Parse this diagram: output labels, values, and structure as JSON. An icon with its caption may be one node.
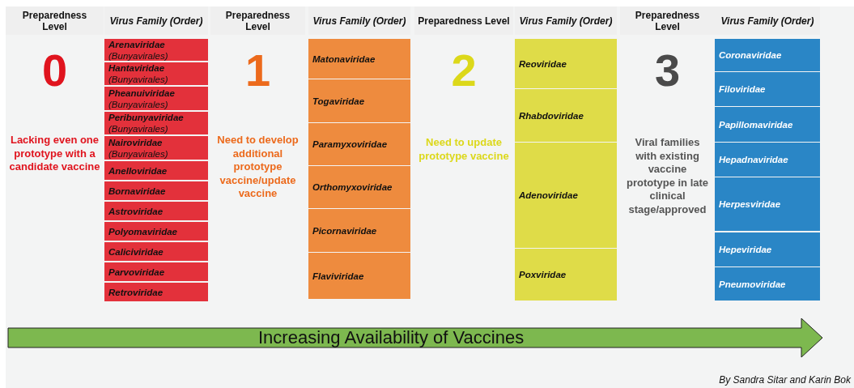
{
  "diagram": {
    "caption": "By Sandra Sitar and Karin Bok",
    "nodes": [
      {
        "text": [
          "Preparedness Level"
        ]
      },
      {
        "text": [
          "Virus Family (Order)"
        ]
      },
      {
        "text": [
          "Preparedness Level"
        ]
      },
      {
        "text": [
          "Virus Family (Order)"
        ]
      },
      {
        "text": [
          "Preparedness Level"
        ]
      },
      {
        "text": [
          "Virus Family (Order)"
        ]
      },
      {
        "text": [
          "Preparedness Level"
        ]
      },
      {
        "text": [
          "Virus Family (Order)"
        ]
      },
      {
        "text": [
          "Arenaviridae",
          "(Bunyavirales)"
        ]
      },
      {
        "text": [
          "Hantaviridae",
          "(Bunyavirales)"
        ]
      },
      {
        "text": [
          "Pheanuiviridae",
          "(Bunyavirales)"
        ]
      },
      {
        "text": [
          "Peribunyaviridae",
          "(Bunyavirales)"
        ]
      },
      {
        "text": [
          "Nairoviridae",
          "(Bunyavirales)"
        ]
      },
      {
        "text": [
          "Anelloviridae"
        ]
      },
      {
        "text": [
          "Bornaviridae"
        ]
      },
      {
        "text": [
          "Astroviridae"
        ]
      },
      {
        "text": [
          "Polyomaviridae"
        ]
      },
      {
        "text": [
          "Caliciviridae"
        ]
      },
      {
        "text": [
          "Parvoviridae"
        ]
      },
      {
        "text": [
          "Retroviridae"
        ]
      },
      {
        "text": [
          "Matonaviridae"
        ]
      },
      {
        "text": [
          "Togaviridae"
        ]
      },
      {
        "text": [
          "Paramyxoviridae"
        ]
      },
      {
        "text": [
          "Orthomyxoviridae"
        ]
      },
      {
        "text": [
          "Picornaviridae"
        ]
      },
      {
        "text": [
          "Flaviviridae"
        ]
      },
      {
        "text": [
          "Reoviridae"
        ]
      },
      {
        "text": [
          "Rhabdoviridae"
        ]
      },
      {
        "text": [
          "Adenoviridae"
        ]
      },
      {
        "text": [
          "Poxviridae"
        ]
      },
      {
        "text": [
          "Coronaviridae"
        ]
      },
      {
        "text": [
          "Filoviridae"
        ]
      },
      {
        "text": [
          "Papillomaviridae"
        ]
      },
      {
        "text": [
          "Hepadnaviridae"
        ]
      },
      {
        "text": [
          "Herpesviridae"
        ]
      },
      {
        "text": [
          "Hepeviridae"
        ]
      },
      {
        "text": [
          "Pneumoviridae"
        ]
      },
      {
        "text": [
          "Increasing Availability of Vaccines"
        ]
      }
    ],
    "edges": [],
    "labels": [
      "0",
      "Lacking even one prototype with a candidate vaccine",
      "1",
      "Need to develop additional prototype vaccine/update vaccine",
      "2",
      "Need to update prototype vaccine",
      "3",
      "Viral families with existing vaccine prototype in late clinical stage/approved"
    ]
  }
}
